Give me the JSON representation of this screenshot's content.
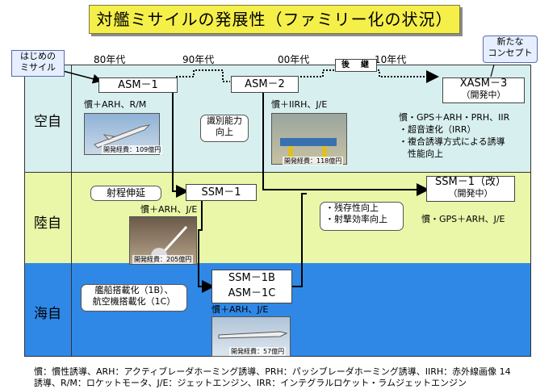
{
  "title": "対艦ミサイルの発展性（ファミリー化の状況）",
  "decades": [
    "80年代",
    "90年代",
    "00年代",
    "10年代"
  ],
  "rows": [
    "空自",
    "陸自",
    "海自"
  ],
  "callouts": {
    "first_missile": [
      "はじめの",
      "ミサイル"
    ],
    "new_concept": [
      "新たな",
      "コンセプト"
    ],
    "successor": "後　継",
    "discrimination": [
      "識別能力",
      "向上"
    ],
    "range": "射程伸延",
    "survivability": [
      "・残存性向上",
      "・射撃効率向上"
    ],
    "shipborne": [
      "艦船搭載化（1B）、",
      "航空機搭載化（1C）"
    ]
  },
  "missiles": {
    "asm1": {
      "name": "ASM－1",
      "spec": "慣＋ARH、R/M",
      "cost": "開発経費：109億円"
    },
    "asm2": {
      "name": "ASM－2",
      "spec": "慣＋IIRH、J/E",
      "cost": "開発経費：118億円"
    },
    "xasm3": {
      "name": "XASM－3",
      "status": "（開発中）",
      "spec": [
        "慣・GPS＋ARH・PRH、IIR",
        "・超音速化（IRR）",
        "・複合誘導方式による誘導",
        "　性能向上"
      ]
    },
    "ssm1": {
      "name": "SSM－1",
      "spec": "慣＋ARH、J/E",
      "cost": "開発経費：205億円"
    },
    "ssm1kai": {
      "name": "SSM－1（改）",
      "status": "（開発中）",
      "spec": "慣・GPS＋ARH、J/E"
    },
    "ssm1b": {
      "name1": "SSM－1B",
      "name2": "ASM－1C",
      "spec": "慣＋ARH、J/E",
      "cost": "開発経費：57億円"
    }
  },
  "footer": [
    "慣：慣性誘導、ARH：アクティブレーダホーミング誘導、PRH：パッシブレーダホーミング誘導、IIRH：赤外線画像 14",
    "誘導、R/M：ロケットモータ、J/E：ジェットエンジン、IRR：インテグラルロケット・ラムジェットエンジン"
  ],
  "colors": {
    "air": "#d8efef",
    "land": "#eaf6a8",
    "sea": "#2f88e6",
    "title_bg": "#f5ef4a"
  }
}
